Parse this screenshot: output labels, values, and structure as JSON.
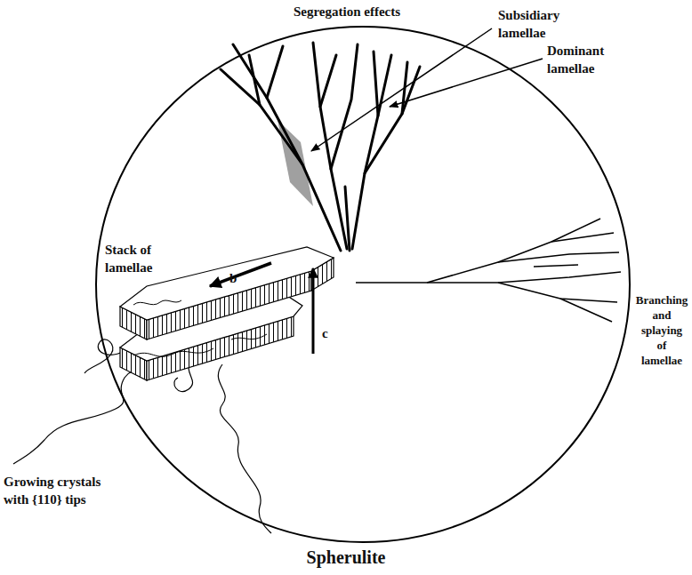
{
  "diagram": {
    "caption": "Spherulite",
    "labels": [
      "Segregation effects",
      "Subsidiary lamellae",
      "Dominant lamellae",
      "Stack of lamellae",
      "b",
      "c",
      "Branching and splaying of lamellae",
      "Growing crystals with {110} tips"
    ]
  }
}
